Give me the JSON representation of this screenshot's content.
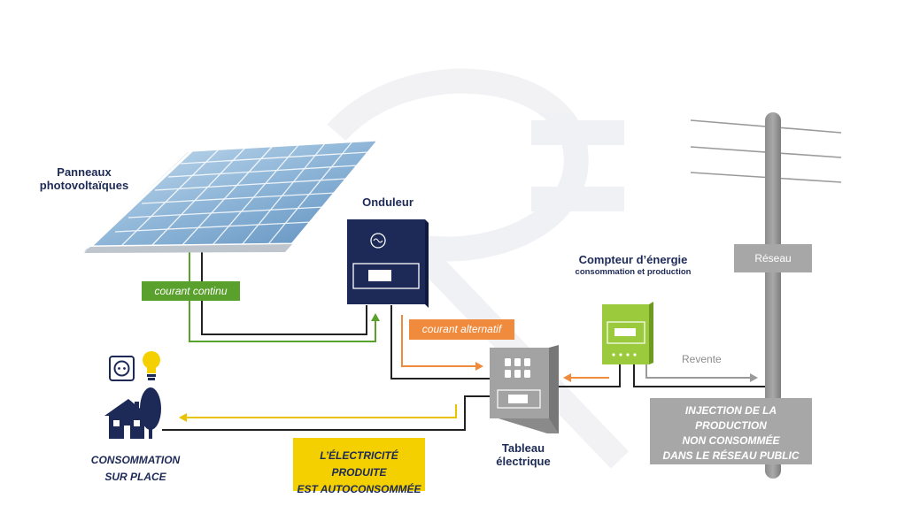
{
  "labels": {
    "panels_line1": "Panneaux",
    "panels_line2": "photovoltaïques",
    "inverter": "Onduleur",
    "meter_title": "Compteur d’énergie",
    "meter_sub": "consommation et production",
    "grid": "Réseau",
    "resale": "Revente",
    "board_line1": "Tableau",
    "board_line2": "électrique",
    "consumption_line1": "CONSOMMATION",
    "consumption_line2": "SUR PLACE"
  },
  "flows": {
    "dc": "courant continu",
    "ac": "courant alternatif"
  },
  "callouts": {
    "injection_line1": "INJECTION DE LA PRODUCTION",
    "injection_line2": "NON CONSOMMÉE",
    "injection_line3": "DANS LE RÉSEAU PUBLIC",
    "self_line1": "L’ÉLECTRICITÉ PRODUITE",
    "self_line2": "EST AUTOCONSOMMÉE"
  },
  "colors": {
    "navy": "#1d2a57",
    "dc_green": "#5aa02c",
    "ac_orange": "#f08a3c",
    "self_yellow": "#f5d000",
    "grid_gray": "#a7a7a7",
    "meter_green": "#9bcb3c",
    "panel_blue": "#8fb6d8"
  }
}
